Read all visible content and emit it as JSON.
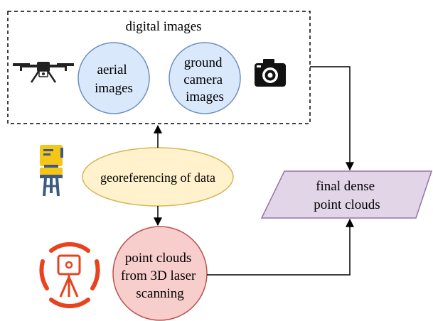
{
  "group": {
    "title": "digital images"
  },
  "nodes": {
    "aerial": {
      "lines": [
        "aerial",
        "images"
      ]
    },
    "ground": {
      "lines": [
        "ground",
        "camera",
        "images"
      ]
    },
    "georef": {
      "text": "georeferencing of data"
    },
    "laser": {
      "lines": [
        "point clouds",
        "from 3D laser",
        "scanning"
      ]
    },
    "final": {
      "lines": [
        "final dense",
        "point clouds"
      ]
    }
  },
  "icons": {
    "drone": "drone-icon",
    "camera": "camera-icon",
    "total_station": "total-station-icon",
    "laser_scanner": "laser-scanner-icon"
  },
  "colors": {
    "blue_fill": "#dae8fc",
    "blue_stroke": "#6c8ebf",
    "yellow_fill": "#fff2cc",
    "yellow_stroke": "#d6b656",
    "red_fill": "#f8cecc",
    "red_stroke": "#b85450",
    "purple_fill": "#e1d5e7",
    "purple_stroke": "#9673a6",
    "scanner_red": "#e8431f",
    "tripod_blue": "#3d5a80",
    "instrument_yellow": "#f5c518"
  }
}
